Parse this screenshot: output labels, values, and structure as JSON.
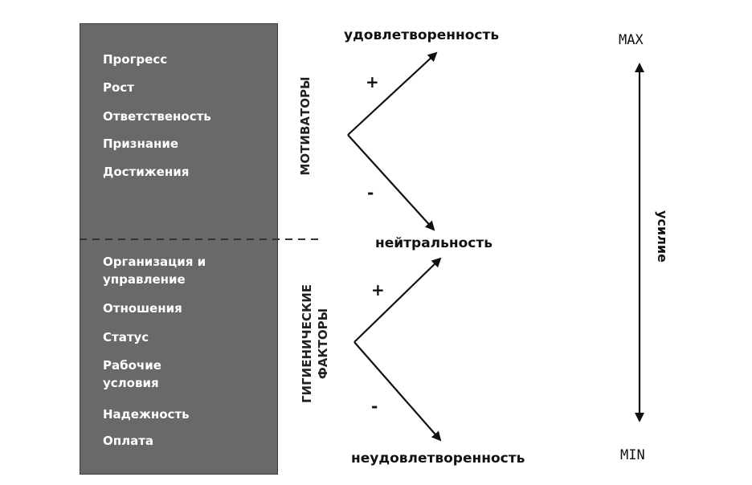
{
  "motivators": {
    "heading": "МОТИВАТОРЫ",
    "items": [
      "Прогресс",
      "Рост",
      "Ответственость",
      "Признание",
      "Достижения"
    ]
  },
  "hygiene": {
    "heading": "ГИГИЕНИЧЕСКИЕ\nФАКТОРЫ",
    "items": [
      "Организация и\nуправление",
      "Отношения",
      "Статус",
      "Рабочие\nусловия",
      "Надежность",
      "Оплата"
    ]
  },
  "states": {
    "top": "удовлетворенность",
    "middle": "нейтральность",
    "bottom": "неудовлетворенность"
  },
  "signs": {
    "upper_plus": "+",
    "upper_minus": "-",
    "lower_plus": "+",
    "lower_minus": "-"
  },
  "scale": {
    "max": "MAX",
    "min": "MIN",
    "axis_label": "усилие"
  }
}
